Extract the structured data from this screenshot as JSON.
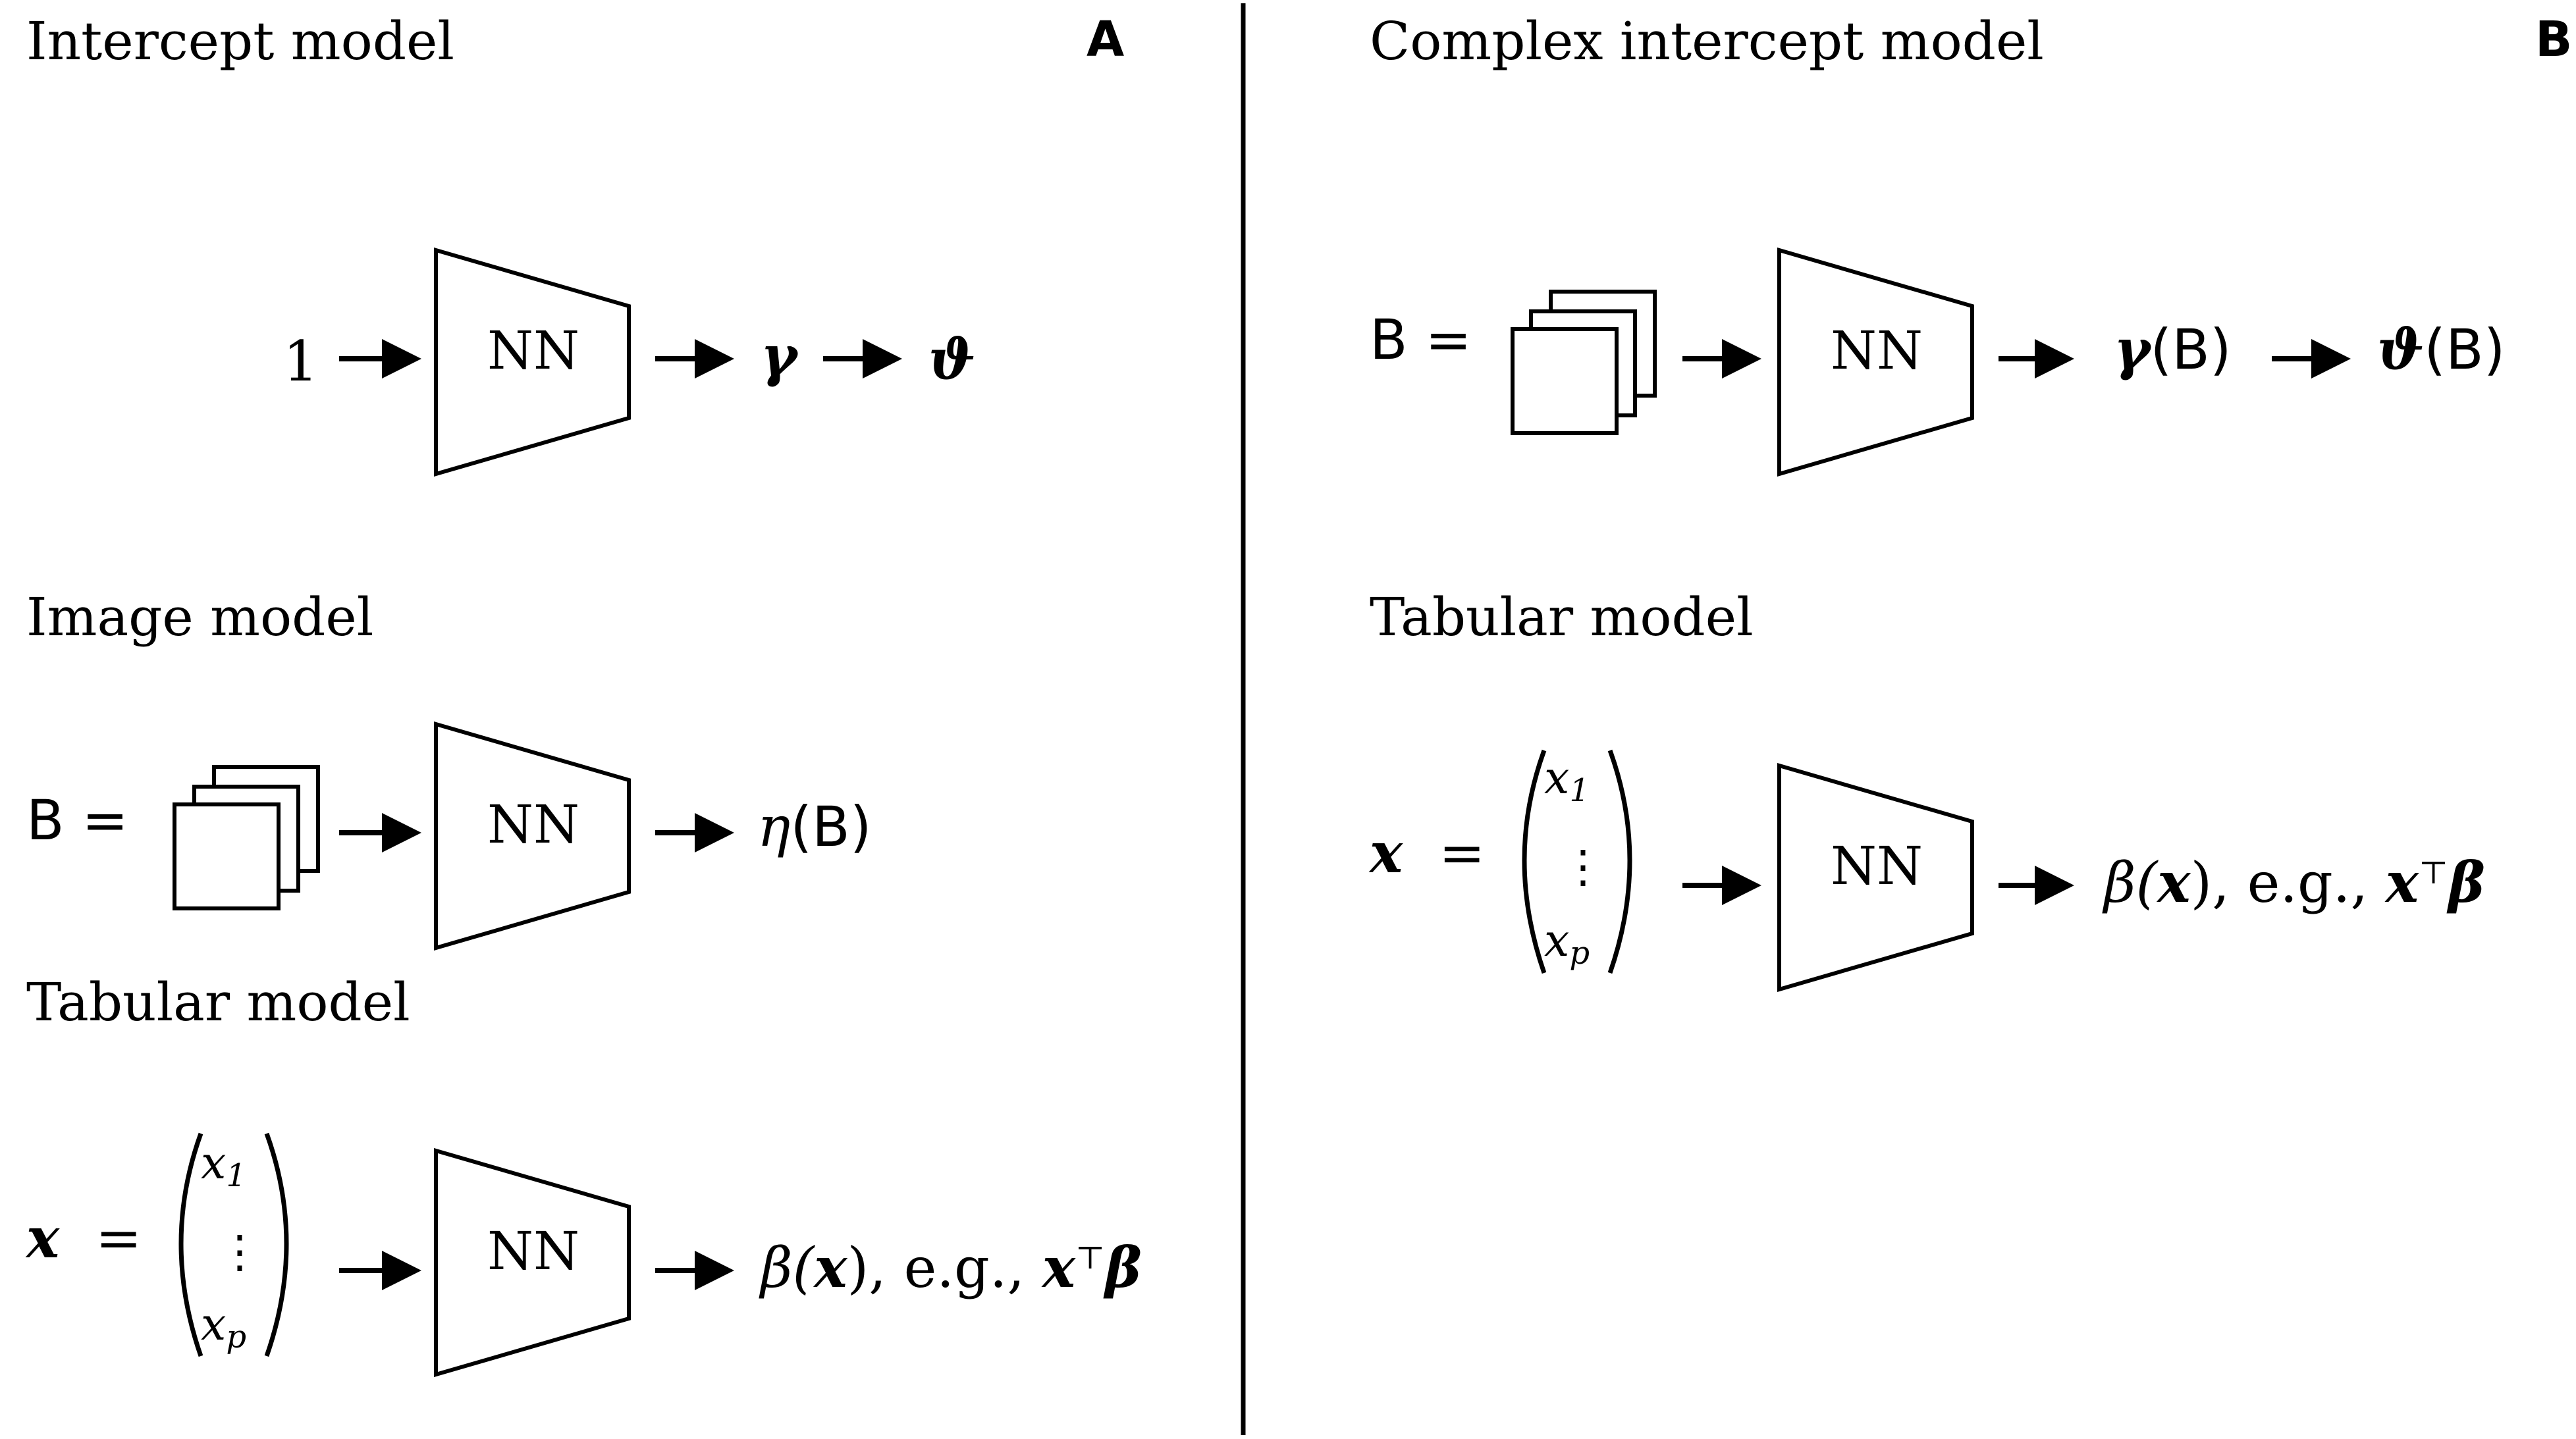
{
  "panel_a": {
    "label": "A",
    "intercept": {
      "title": "Intercept model",
      "input": "1",
      "nn": "NN",
      "out1": "γ",
      "out2": "ϑ"
    },
    "image": {
      "title": "Image model",
      "lhs": "B =",
      "nn": "NN",
      "out_fn": "η",
      "out_arg": "(B)"
    },
    "tabular": {
      "title": "Tabular model",
      "lhs_var": "x",
      "lhs_eq": "=",
      "x1": "x",
      "x1_sub": "1",
      "vdots": "⋮",
      "xp": "x",
      "xp_sub": "p",
      "nn": "NN",
      "out_beta": "β(",
      "out_x": "x",
      "out_close": "), e.g., ",
      "out_xt": "x",
      "out_T": "⊤",
      "out_b": "β"
    }
  },
  "panel_b": {
    "label": "B",
    "complex": {
      "title": "Complex intercept model",
      "lhs": "B =",
      "nn": "NN",
      "out1_sym": "γ",
      "out1_arg": "(B)",
      "out2_sym": "ϑ",
      "out2_arg": "(B)"
    },
    "tabular": {
      "title": "Tabular model",
      "lhs_var": "x",
      "lhs_eq": "=",
      "x1": "x",
      "x1_sub": "1",
      "vdots": "⋮",
      "xp": "x",
      "xp_sub": "p",
      "nn": "NN",
      "out_beta": "β(",
      "out_x": "x",
      "out_close": "), e.g., ",
      "out_xt": "x",
      "out_T": "⊤",
      "out_b": "β"
    }
  },
  "colors": {
    "stroke": "#000000",
    "background": "#ffffff"
  }
}
